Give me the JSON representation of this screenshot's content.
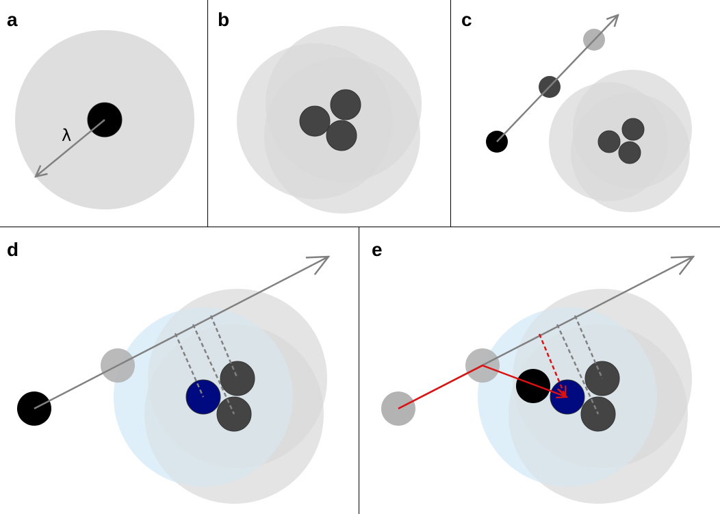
{
  "panels": {
    "a": {
      "label": "a",
      "symbol": "λ"
    },
    "b": {
      "label": "b"
    },
    "c": {
      "label": "c"
    },
    "d": {
      "label": "d"
    },
    "e": {
      "label": "e"
    }
  },
  "colors": {
    "zone": "#d9d9d9",
    "zone_overlap": "#cfcfcf",
    "zone_blue": "#dbeef8",
    "particle_dark": "#444444",
    "particle_black": "#000000",
    "particle_light": "#b3b3b3",
    "particle_blue": "#000a80",
    "arrow_grey": "#808080",
    "arrow_red": "#dd1111"
  }
}
